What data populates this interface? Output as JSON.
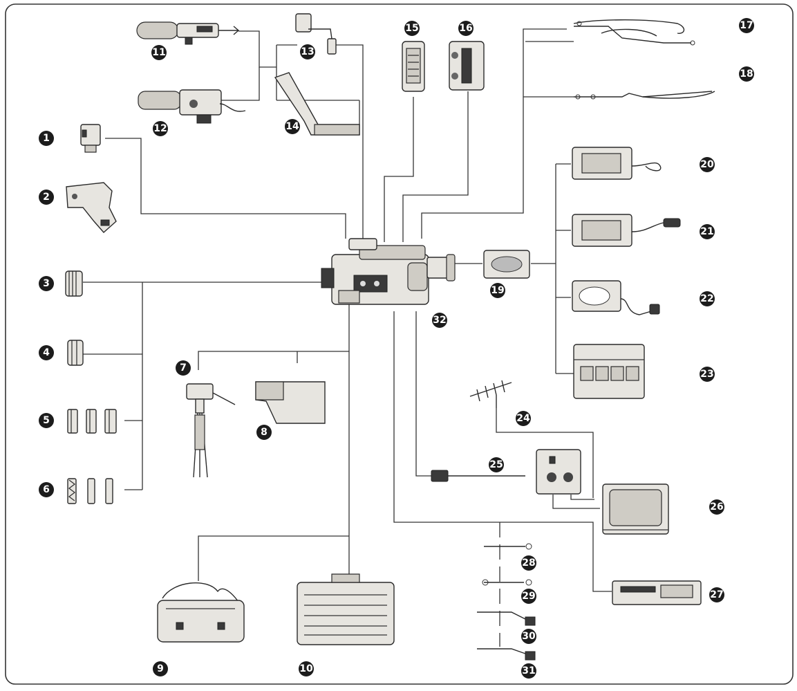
{
  "badges": {
    "b1": "1",
    "b2": "2",
    "b3": "3",
    "b4": "4",
    "b5": "5",
    "b6": "6",
    "b7": "7",
    "b8": "8",
    "b9": "9",
    "b10": "10",
    "b11": "11",
    "b12": "12",
    "b13": "13",
    "b14": "14",
    "b15": "15",
    "b16": "16",
    "b17": "17",
    "b18": "18",
    "b19": "19",
    "b20": "20",
    "b21": "21",
    "b22": "22",
    "b23": "23",
    "b24": "24",
    "b25": "25",
    "b26": "26",
    "b27": "27",
    "b28": "28",
    "b29": "29",
    "b30": "30",
    "b31": "31",
    "b32": "32"
  },
  "colors": {
    "frame": "#333333",
    "badge": "#1c1c1c",
    "device_fill": "#e7e5e0",
    "device_shade": "#cfccc5"
  }
}
